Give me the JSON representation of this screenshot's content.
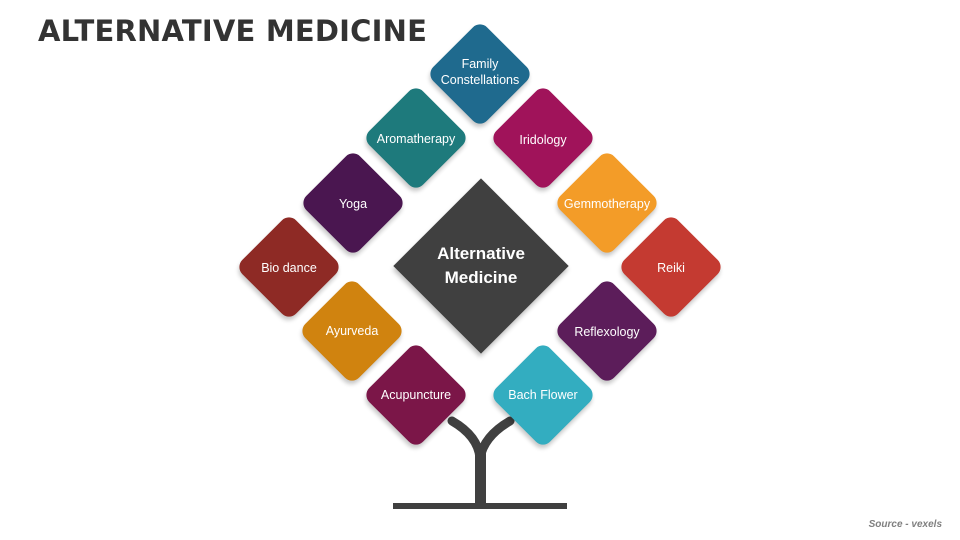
{
  "title": "ALTERNATIVE MEDICINE",
  "center": {
    "label": "Alternative\nMedicine",
    "color": "#404040"
  },
  "tree_color": "#404040",
  "items": [
    {
      "label": "Family\nConstellations",
      "color": "#1f6a8e"
    },
    {
      "label": "Aromatherapy",
      "color": "#1e7a7c"
    },
    {
      "label": "Iridology",
      "color": "#a0135a"
    },
    {
      "label": "Yoga",
      "color": "#4a1650"
    },
    {
      "label": "Gemmotherapy",
      "color": "#f39c28"
    },
    {
      "label": "Bio dance",
      "color": "#8e2a25"
    },
    {
      "label": "Reiki",
      "color": "#c43a31"
    },
    {
      "label": "Ayurveda",
      "color": "#d0830f"
    },
    {
      "label": "Reflexology",
      "color": "#5c1d5a"
    },
    {
      "label": "Acupuncture",
      "color": "#7b1648"
    },
    {
      "label": "Bach Flower",
      "color": "#33adc0"
    }
  ],
  "source": "Source - vexels"
}
